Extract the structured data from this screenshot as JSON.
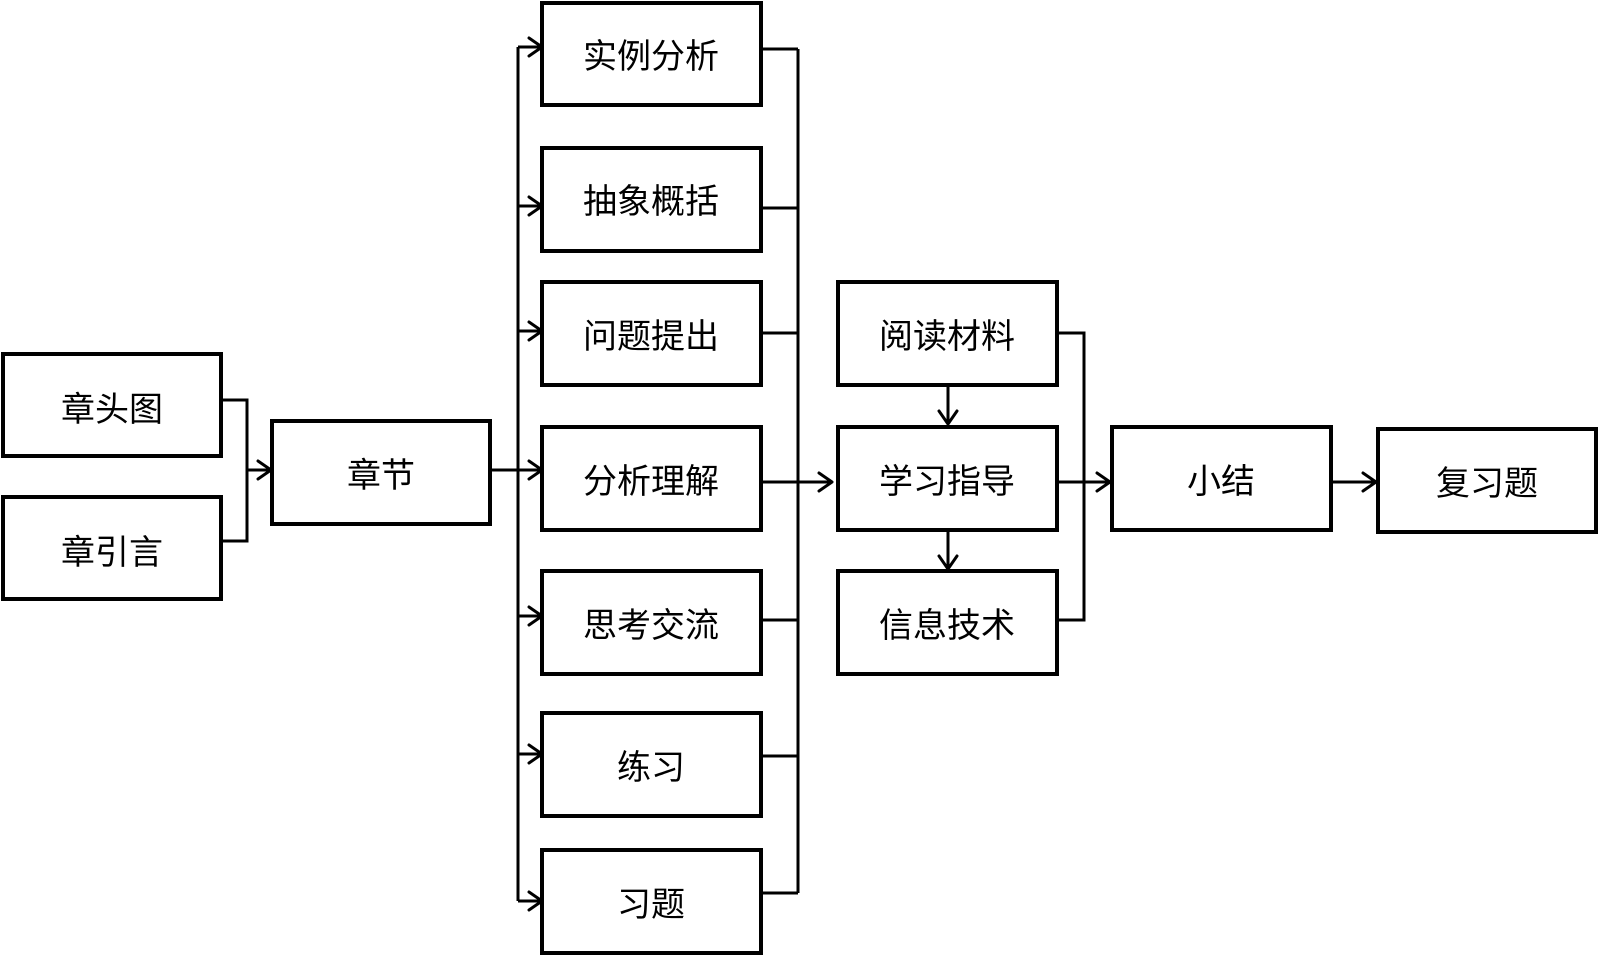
{
  "nodes": {
    "chapter_head_image": "章头图",
    "chapter_intro": "章引言",
    "chapter_section": "章节",
    "example_analysis": "实例分析",
    "abstraction": "抽象概括",
    "problem_posing": "问题提出",
    "analysis_understanding": "分析理解",
    "thinking_exchange": "思考交流",
    "practice": "练习",
    "exercises": "习题",
    "reading_material": "阅读材料",
    "study_guidance": "学习指导",
    "information_technology": "信息技术",
    "summary": "小结",
    "review_exercises": "复习题"
  },
  "colors": {
    "stroke": "#000000",
    "fill": "#ffffff",
    "text": "#000000"
  }
}
